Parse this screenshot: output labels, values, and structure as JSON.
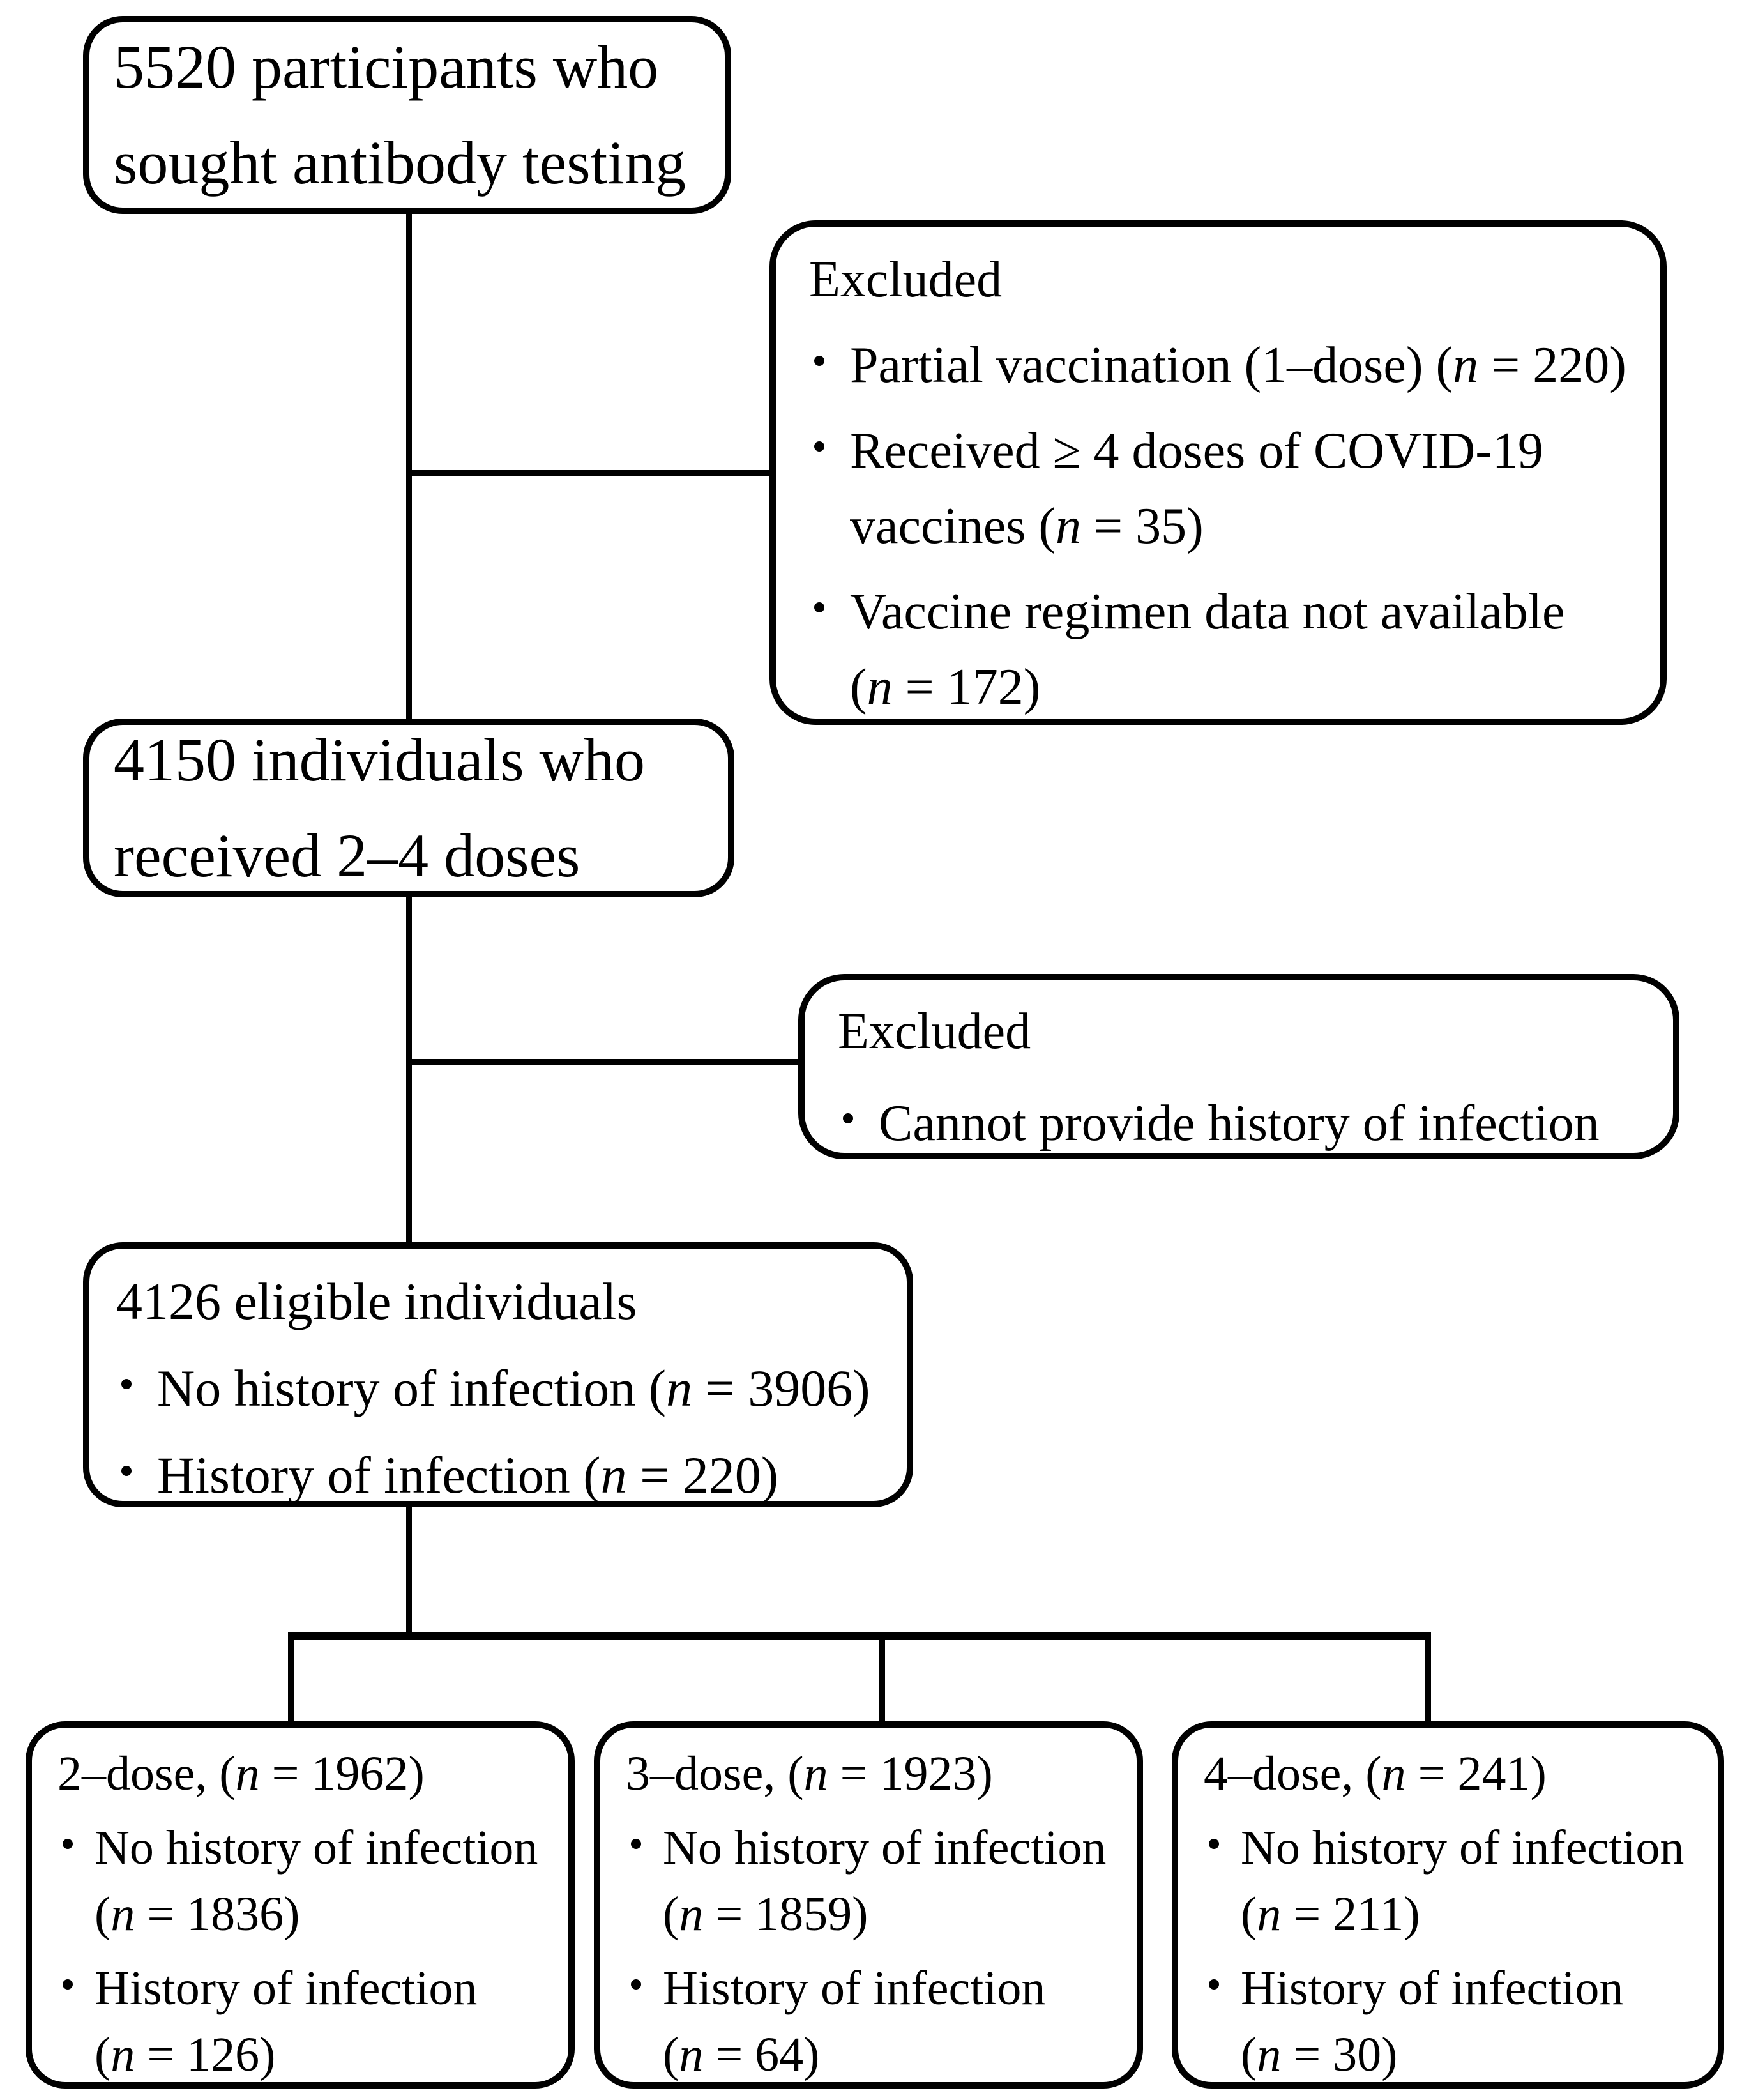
{
  "colors": {
    "ink": "#000000",
    "paper": "#ffffff"
  },
  "flowchart": {
    "box_participants": {
      "line1": "5520 participants who",
      "line2": "sought antibody testing"
    },
    "box_excluded_vaccine": {
      "title": "Excluded",
      "bullets": [
        {
          "pre": "Partial vaccination (1–dose) (",
          "nvar": "n",
          "post": " = 220)"
        },
        {
          "pre": "Received ≥ 4 doses of COVID-19 vaccines (",
          "nvar": "n",
          "post": " = 35)"
        },
        {
          "pre": "Vaccine regimen data not available (",
          "nvar": "n",
          "post": " = 172)"
        }
      ]
    },
    "box_doses_2_4": {
      "line1": "4150 individuals who",
      "line2": "received 2–4 doses"
    },
    "box_excluded_history": {
      "title": "Excluded",
      "bullets": [
        {
          "pre": "Cannot provide history of infection",
          "nvar": "",
          "post": ""
        }
      ]
    },
    "box_eligible": {
      "title": "4126 eligible individuals",
      "bullets": [
        {
          "pre": "No history of infection (",
          "nvar": "n",
          "post": " = 3906)"
        },
        {
          "pre": "History of infection (",
          "nvar": "n",
          "post": " = 220)"
        }
      ]
    },
    "box_dose2": {
      "title": {
        "pre": "2–dose, (",
        "nvar": "n",
        "post": " = 1962)"
      },
      "bullets": [
        {
          "pre": "No history of infection (",
          "nvar": "n",
          "post": " = 1836)"
        },
        {
          "pre": "History of infection (",
          "nvar": "n",
          "post": " = 126)"
        }
      ]
    },
    "box_dose3": {
      "title": {
        "pre": "3–dose, (",
        "nvar": "n",
        "post": " = 1923)"
      },
      "bullets": [
        {
          "pre": "No history of infection (",
          "nvar": "n",
          "post": " = 1859)"
        },
        {
          "pre": "History of infection (",
          "nvar": "n",
          "post": " = 64)"
        }
      ]
    },
    "box_dose4": {
      "title": {
        "pre": "4–dose, (",
        "nvar": "n",
        "post": " = 241)"
      },
      "bullets": [
        {
          "pre": "No history of infection (",
          "nvar": "n",
          "post": " = 211)"
        },
        {
          "pre": "History of infection (",
          "nvar": "n",
          "post": " = 30)"
        }
      ]
    }
  }
}
